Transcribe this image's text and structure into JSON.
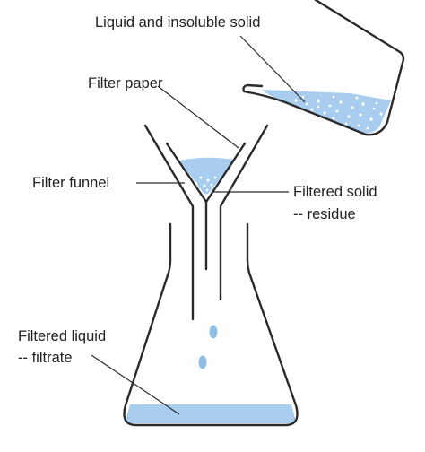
{
  "labels": {
    "liquid_insoluble": "Liquid and insoluble solid",
    "filter_paper": "Filter paper",
    "filter_funnel": "Filter funnel",
    "filtered_solid_line1": "Filtered solid",
    "filtered_solid_line2": "-- residue",
    "filtered_liquid_line1": "Filtered liquid",
    "filtered_liquid_line2": "-- filtrate"
  },
  "colors": {
    "liquid": "#a8cdee",
    "liquid_light": "#c7def4",
    "outline": "#2a2a2a",
    "text": "#222222",
    "solid_particles": "#ffffff"
  }
}
